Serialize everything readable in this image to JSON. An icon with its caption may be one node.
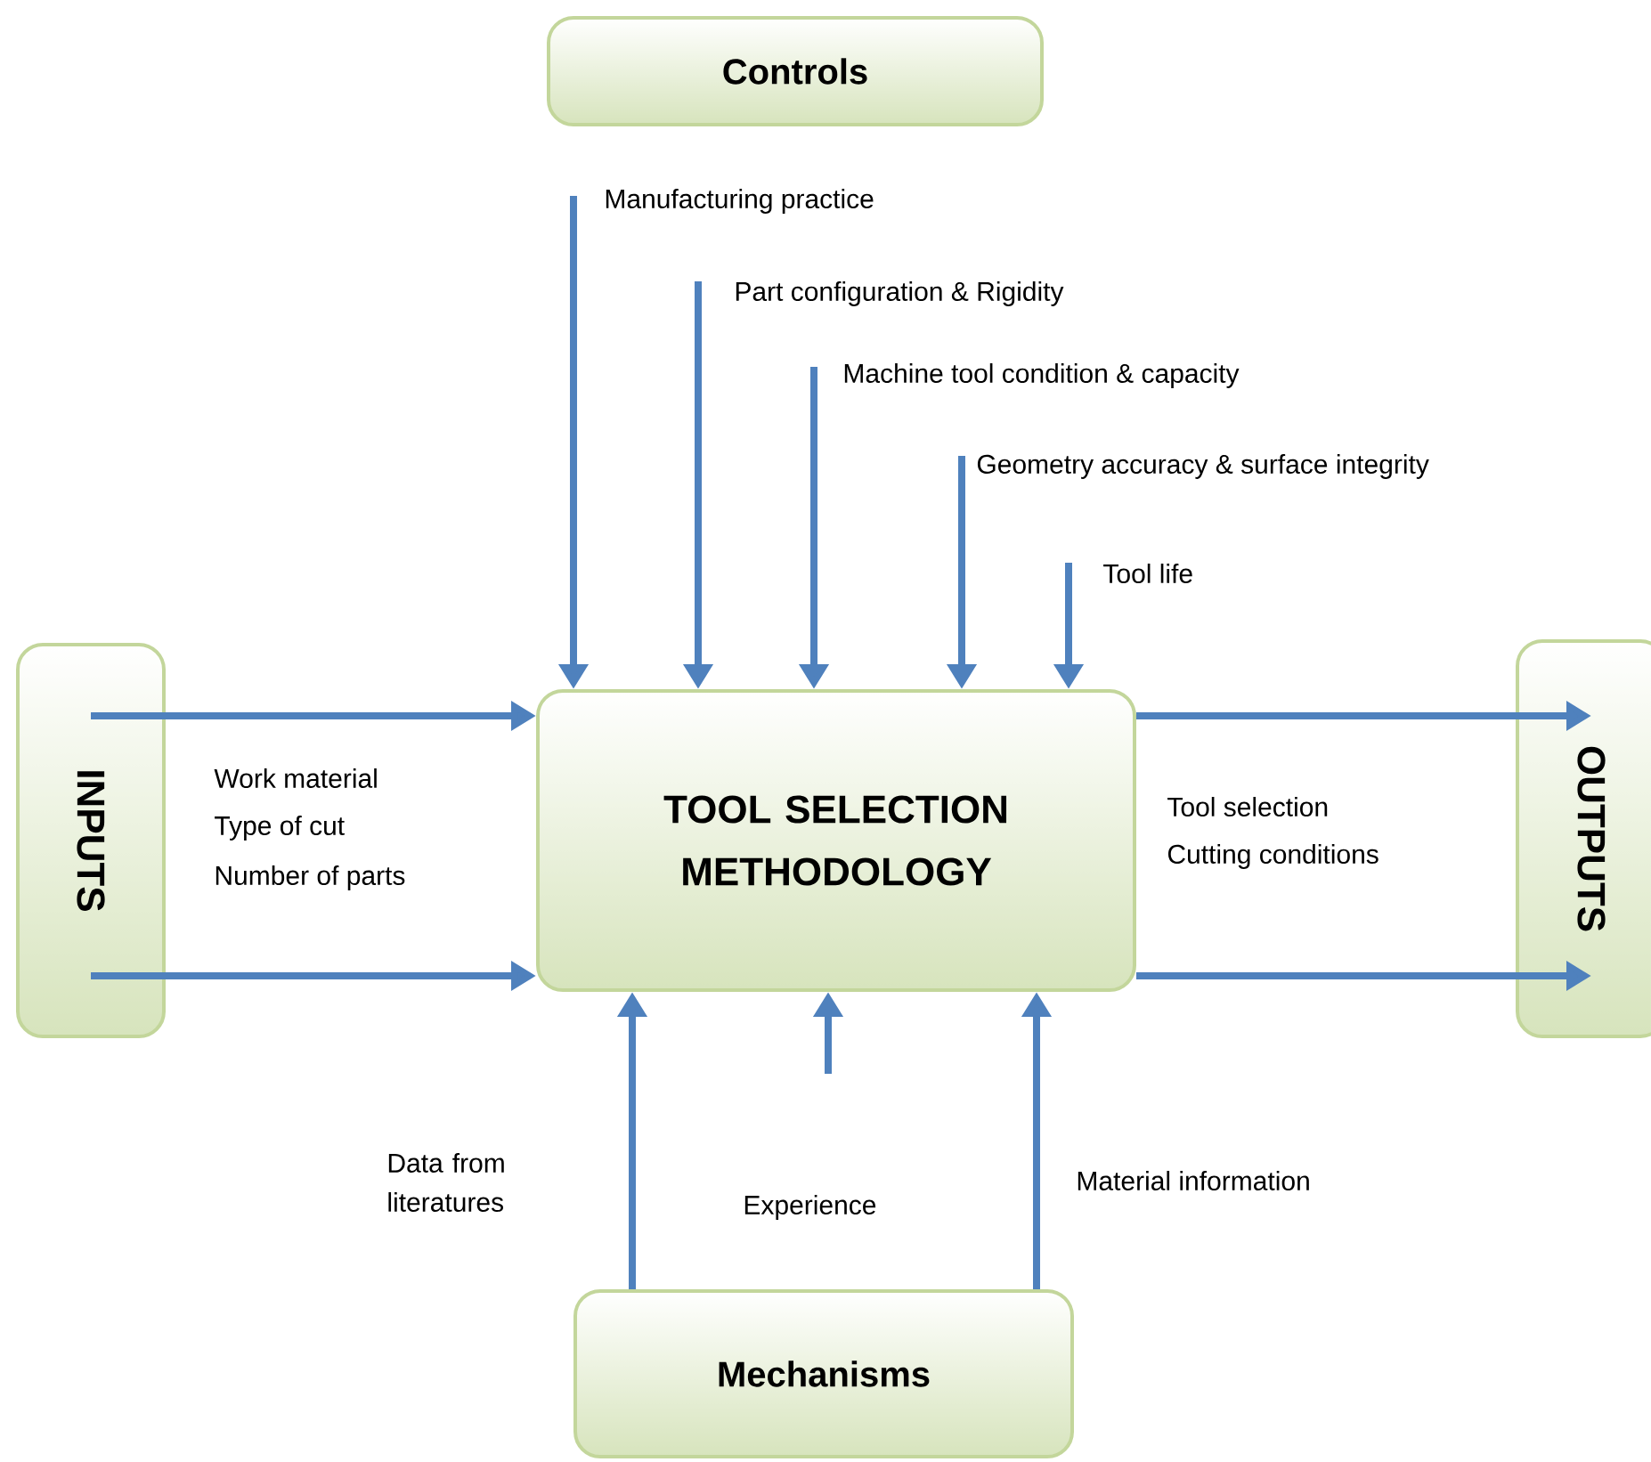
{
  "diagram": {
    "nodes": [
      {
        "text": [
          "Controls"
        ]
      },
      {
        "text": [
          "INPUTS"
        ]
      },
      {
        "text": [
          "TOOL SELECTION METHODOLOGY"
        ]
      },
      {
        "text": [
          "OUTPUTS"
        ]
      },
      {
        "text": [
          "Mechanisms"
        ]
      }
    ],
    "edges": [
      {
        "from": null,
        "to": 2,
        "arrow": "to",
        "label": "Manufacturing practice"
      },
      {
        "from": null,
        "to": 2,
        "arrow": "to",
        "label": "Part configuration & Rigidity"
      },
      {
        "from": null,
        "to": 2,
        "arrow": "to",
        "label": "Machine tool condition & capacity"
      },
      {
        "from": null,
        "to": 2,
        "arrow": "to",
        "label": "Geometry accuracy & surface integrity"
      },
      {
        "from": null,
        "to": 2,
        "arrow": "to",
        "label": "Tool life"
      },
      {
        "from": 1,
        "to": 2,
        "arrow": "to"
      },
      {
        "from": 1,
        "to": 2,
        "arrow": "to"
      },
      {
        "from": 2,
        "to": 3,
        "arrow": "to"
      },
      {
        "from": 2,
        "to": 3,
        "arrow": "to"
      },
      {
        "from": 4,
        "to": 2,
        "arrow": "to",
        "label": "Data from literatures"
      },
      {
        "from": null,
        "to": 2,
        "arrow": "to",
        "label": "Experience"
      },
      {
        "from": 4,
        "to": 2,
        "arrow": "to",
        "label": "Material information"
      }
    ],
    "labels": [
      "Work material",
      "Type of cut",
      "Number of parts",
      "Tool selection",
      "Cutting conditions"
    ]
  }
}
